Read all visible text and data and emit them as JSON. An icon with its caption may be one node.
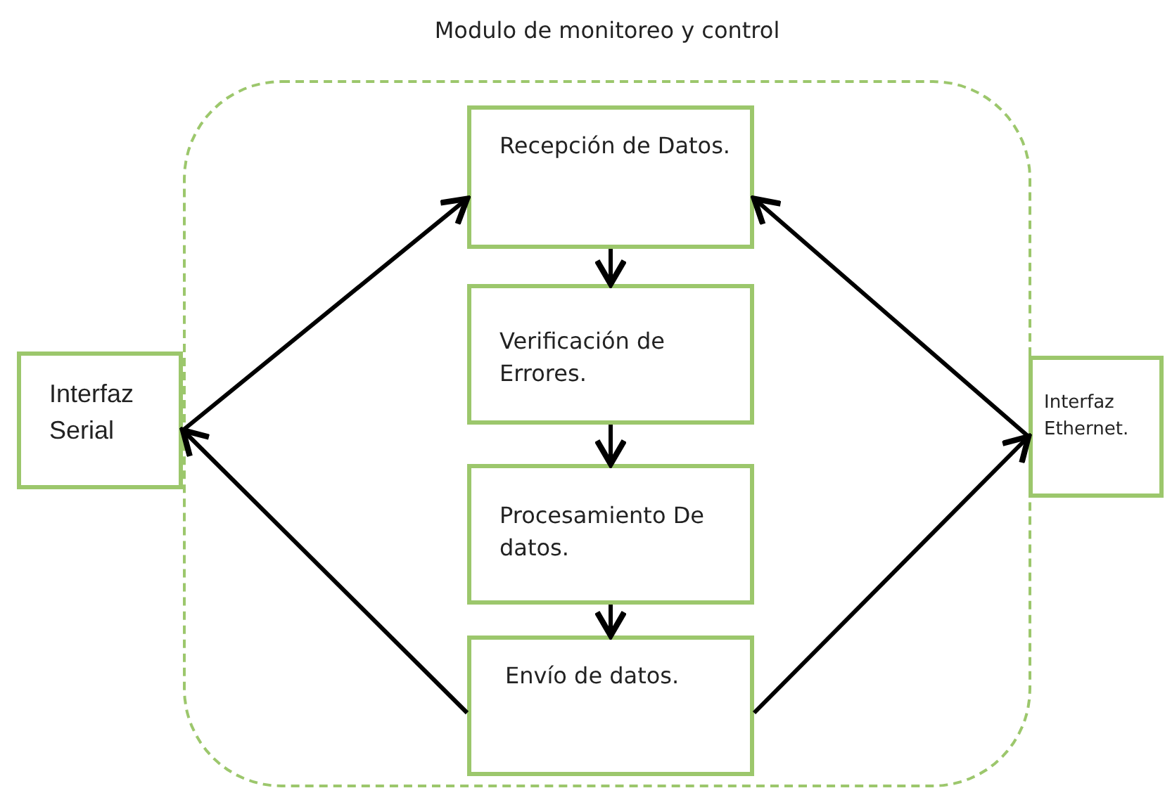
{
  "diagram": {
    "nodes": [
      {
        "text": [
          "Modulo de monitoreo y control"
        ]
      },
      {
        "text": [
          "Recepción de Datos."
        ],
        "in": 0
      },
      {
        "text": [
          "Verificación de Errores."
        ],
        "in": 0
      },
      {
        "text": [
          "Procesamiento De datos."
        ],
        "in": 0
      },
      {
        "text": [
          "Envío de datos."
        ],
        "in": 0
      },
      {
        "text": [
          "Interfaz Serial"
        ]
      },
      {
        "text": [
          "Interfaz Ethernet."
        ]
      }
    ],
    "edges": [
      {
        "from": 5,
        "to": 1,
        "arrow": "to"
      },
      {
        "from": 4,
        "to": 5,
        "arrow": "to"
      },
      {
        "from": 6,
        "to": 1,
        "arrow": "to"
      },
      {
        "from": 4,
        "to": 6,
        "arrow": "to"
      },
      {
        "from": 1,
        "to": 2,
        "arrow": "to"
      },
      {
        "from": 2,
        "to": 3,
        "arrow": "to"
      },
      {
        "from": 3,
        "to": 4,
        "arrow": "to"
      }
    ]
  }
}
